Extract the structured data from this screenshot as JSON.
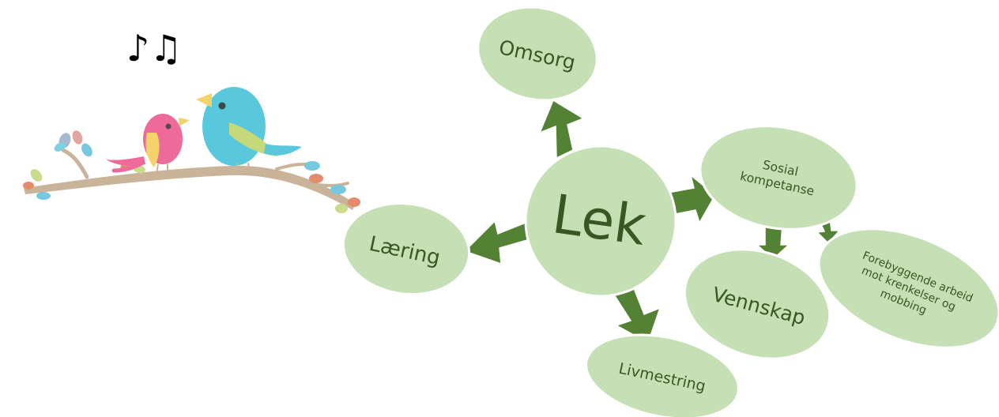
{
  "center": {
    "label": "Lek"
  },
  "nodes": {
    "omsorg": "Omsorg",
    "sosial": [
      "Sosial",
      "kompetanse"
    ],
    "laering": "Læring",
    "livmestring": "Livmestring",
    "vennskap": "Vennskap",
    "forebyggende": [
      "Forebyggende arbeid",
      "mot krenkelser og",
      "mobbing"
    ]
  },
  "decoration": {
    "music_notes": "♪♫",
    "icons": [
      "music-notes-icon",
      "bird-pink-icon",
      "bird-blue-icon",
      "branch-icon"
    ]
  },
  "colors": {
    "node_fill": "#c5e0b4",
    "arrow": "#548235",
    "text": "#385723"
  }
}
